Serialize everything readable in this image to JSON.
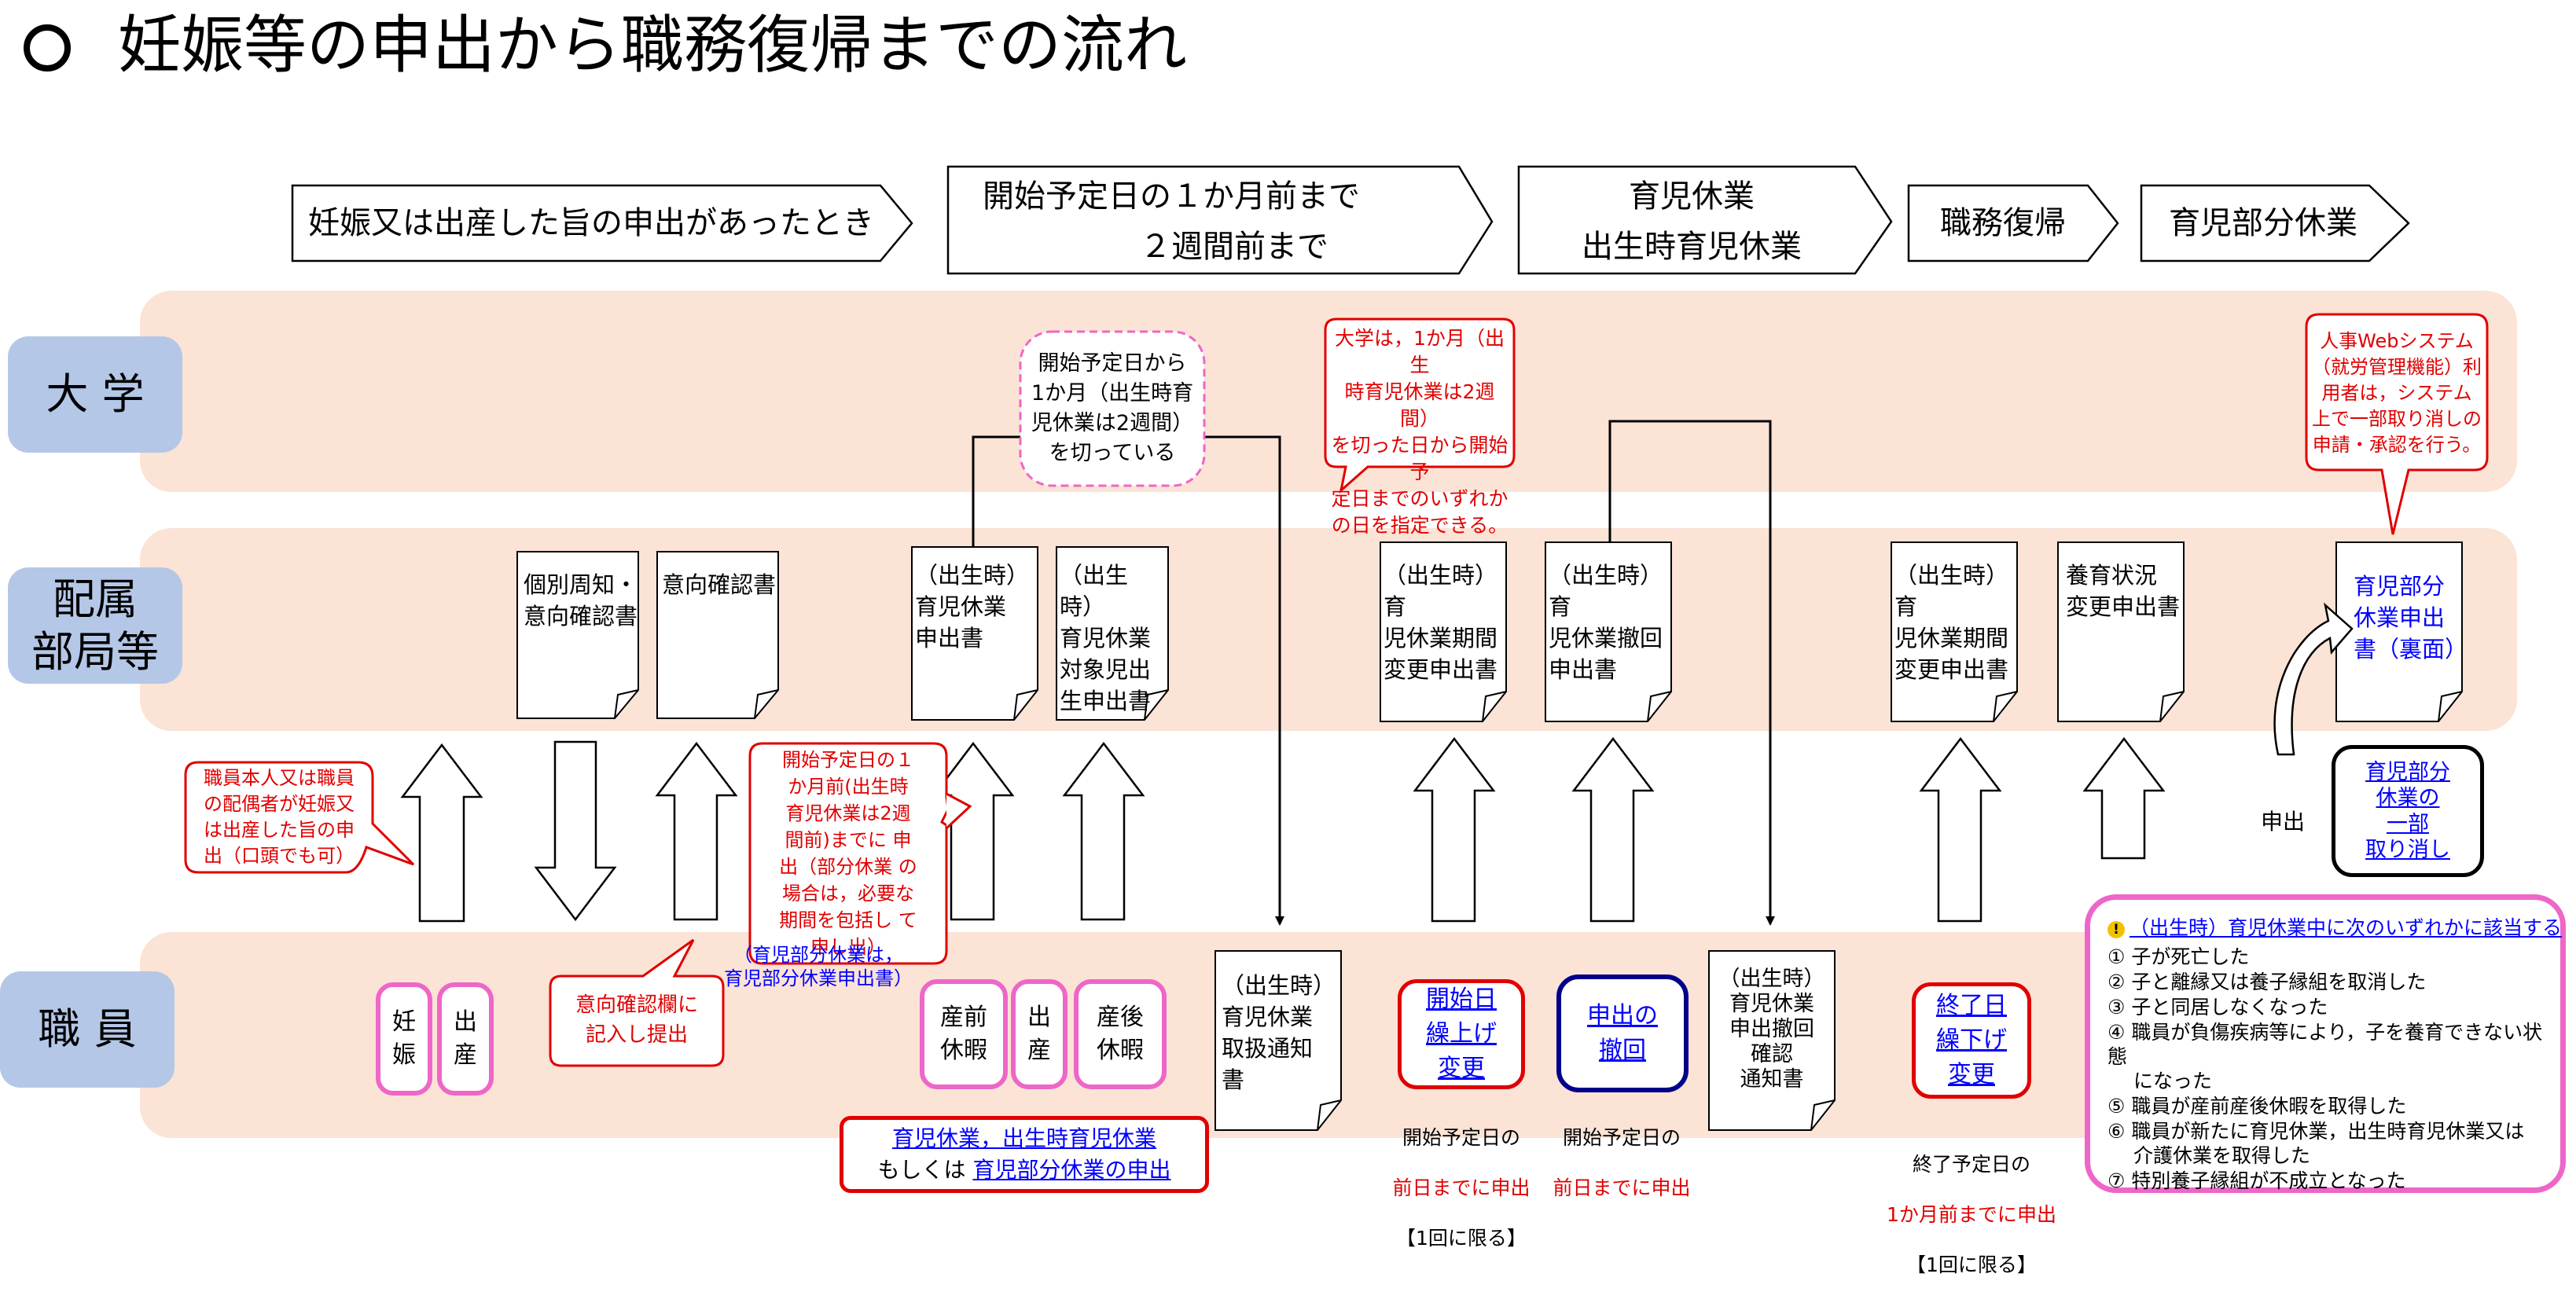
{
  "title": "妊娠等の申出から職務復帰までの流れ",
  "phases": [
    {
      "id": "p1",
      "lines": [
        "妊娠又は出産した旨の申出があったとき"
      ]
    },
    {
      "id": "p2",
      "lines": [
        "開始予定日の１か月前まで",
        "　　　　　２週間前まで"
      ]
    },
    {
      "id": "p3",
      "lines": [
        "育児休業",
        "出生時育児休業"
      ]
    },
    {
      "id": "p4",
      "lines": [
        "職務復帰"
      ]
    },
    {
      "id": "p5",
      "lines": [
        "育児部分休業"
      ]
    }
  ],
  "rows": {
    "university": "大 学",
    "department": "配属\n部局等",
    "staff": "職 員"
  },
  "university_notes": {
    "one_month": "開始予定日から\n1か月（出生時育\n児休業は2週間）\nを切っている",
    "designate": "大学は，1か月（出生\n時育児休業は2週間）\nを切った日から開始予\n定日までのいずれか\nの日を指定できる。",
    "websystem": "人事Webシステム\n（就労管理機能）利\n用者は，システム\n上で一部取り消しの\n申請・承認を行う。"
  },
  "documents": {
    "kobetsu": "個別周知・\n意向確認書",
    "ikou": "意向確認書",
    "moushide": "（出生時）\n育児休業\n申出書",
    "taisho": "（出生時）\n育児休業\n対象児出\n生申出書",
    "toriatsukai": "（出生時）\n育児休業\n取扱通知\n書",
    "henko1": "（出生時）育\n児休業期間\n変更申出書",
    "tekkai": "（出生時）育\n児休業撤回\n申出書",
    "tekkai_kakunin": "（出生時）\n育児休業\n申出撤回\n確認\n通知書",
    "henko2": "（出生時）育\n児休業期間\n変更申出書",
    "yoiku": "養育状況\n変更申出書",
    "bubun": "育児部分\n休業申出\n書（裏面）"
  },
  "staff_notes": {
    "pregnancy_report": "職員本人又は職員\nの配偶者が妊娠又\nは出産した旨の申\n出（口頭でも可）",
    "ikou_submit": "意向確認欄に\n記入し提出",
    "partial_note": "（育児部分休業は，\n育児部分休業申出書）",
    "deadline": "開始予定日の１\nか月前(出生時\n育児休業は2週\n間前)までに 申\n出（部分休業 の\n場合は，必要な\n期間を包括し て\n申し出）"
  },
  "staff_events": {
    "ninshin": "妊\n娠",
    "shussan1": "出\n産",
    "sanzen": "産前\n休暇",
    "shussan2": "出\n産",
    "sango": "産後\n休暇"
  },
  "request_box": {
    "line1": "育児休業，出生時育児休業",
    "prefix": "もしくは",
    "link": "育児部分休業の申出"
  },
  "change_start": {
    "label": "開始日\n繰上げ\n変更",
    "note1": "開始予定日の",
    "note2": "前日までに申出",
    "note3": "【1回に限る】"
  },
  "withdraw": {
    "label": "申出の\n撤回",
    "note1": "開始予定日の",
    "note2": "前日までに申出"
  },
  "change_end": {
    "label": "終了日\n繰下げ\n変更",
    "note1": "終了予定日の",
    "note2": "1か月前までに申出",
    "note3": "【1回に限る】"
  },
  "partial_cancel": {
    "label": "育児部分\n休業の\n一部\n取り消し",
    "apply": "申出"
  },
  "conditions": {
    "header": "（出生時）育児休業中に次のいずれかに該当する",
    "items": [
      "①  子が死亡した",
      "②  子と離縁又は養子縁組を取消した",
      "③  子と同居しなくなった",
      "④  職員が負傷疾病等により，子を養育できない状態\n　 になった",
      "⑤  職員が産前産後休暇を取得した",
      "⑥  職員が新たに育児休業，出生時育児休業又は\n　 介護休業を取得した",
      "⑦  特別養子縁組が不成立となった"
    ]
  },
  "colors": {
    "band": "#fbe3d6",
    "label": "#b4c7e7",
    "red": "#e00000",
    "pink": "#ee66c8",
    "blue": "#0000ff",
    "navy": "#00008b"
  }
}
